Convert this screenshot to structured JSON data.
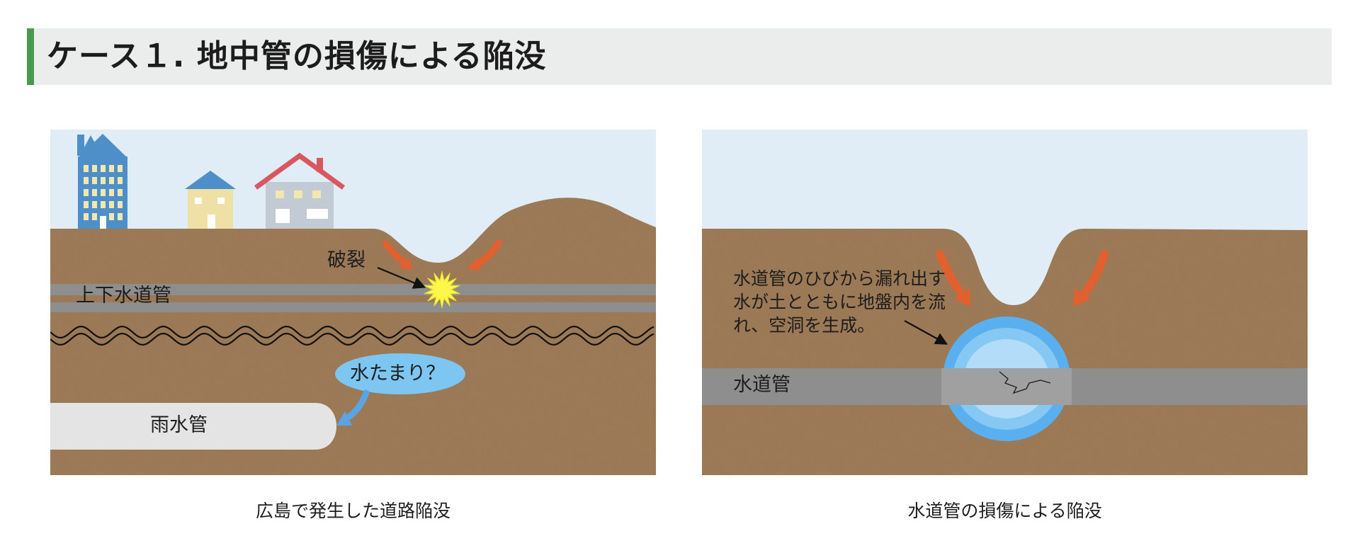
{
  "header": {
    "title": "ケース１. 地中管の損傷による陥没"
  },
  "figure_left": {
    "label_rupture": "破裂",
    "label_pipe": "上下水道管",
    "label_puddle": "水たまり？",
    "label_storm_drain": "雨水管",
    "caption": "広島で発生した道路陥没"
  },
  "figure_right": {
    "label_note": "水道管のひびから漏れ出す水が土とともに地盤内を流れ、空洞を生成。",
    "label_pipe": "水道管",
    "caption": "水道管の損傷による陥没"
  },
  "colors": {
    "accent_bar": "#4a9a4d",
    "title_bg": "#ebedec",
    "sky": "#e0edf6",
    "soil": "#9c7752",
    "pipe_gray": "#8e8e8e",
    "storm_drain": "#e4e4e4",
    "arrow_orange": "#e0602f",
    "burst_yellow": "#fdf74a",
    "water_blue": "#5ab0ee",
    "bubble_blue": "#7cc6f1"
  },
  "icons": {
    "building": "tall-building-icon",
    "house_small": "house-icon",
    "house_large": "house-icon",
    "burst": "burst-icon"
  }
}
